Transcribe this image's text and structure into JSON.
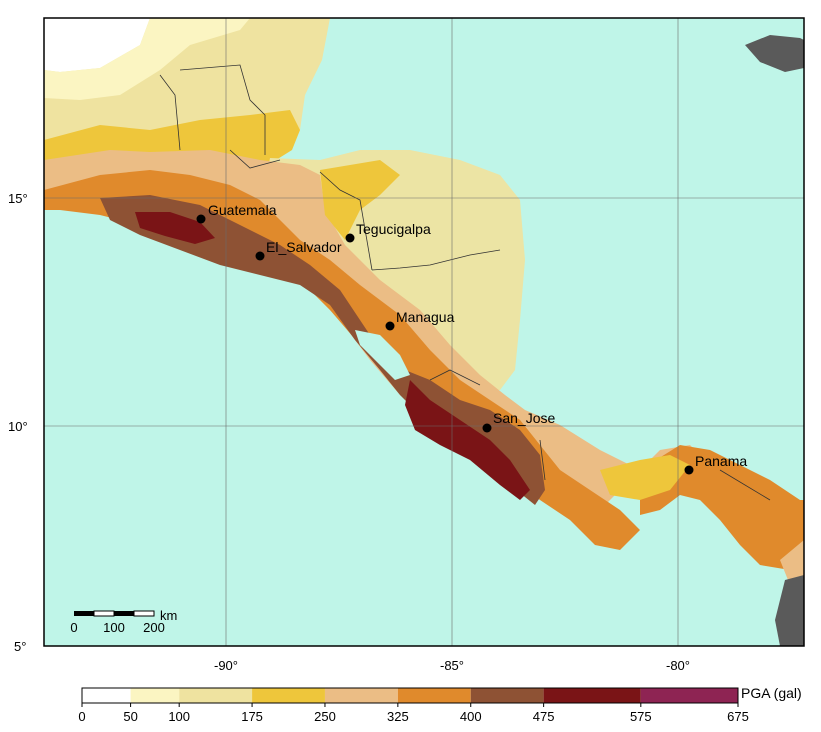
{
  "map": {
    "axis": {
      "y_ticks": [
        "15°",
        "10°",
        "5°"
      ],
      "x_ticks": [
        "-90°",
        "-85°",
        "-80°"
      ]
    },
    "cities": [
      {
        "id": "guatemala",
        "label": "Guatemala"
      },
      {
        "id": "el-salvador",
        "label": "El_Salvador"
      },
      {
        "id": "tegucigalpa",
        "label": "Tegucigalpa"
      },
      {
        "id": "managua",
        "label": "Managua"
      },
      {
        "id": "san-jose",
        "label": "San_Jose"
      },
      {
        "id": "panama",
        "label": "Panama"
      }
    ],
    "scale_bar": {
      "unit": "km",
      "labels": [
        "0",
        "100",
        "200"
      ]
    },
    "legend": {
      "title": "PGA (gal)",
      "breaks": [
        "0",
        "50",
        "100",
        "175",
        "250",
        "325",
        "400",
        "475",
        "575",
        "675"
      ],
      "colors": [
        "#ffffff",
        "#fbf5c2",
        "#efe3a0",
        "#eec63b",
        "#ebbd85",
        "#e08a2c",
        "#8e5234",
        "#7a1416",
        "#8e2453"
      ]
    },
    "colors": {
      "ocean": "#bff5e8",
      "land_low": "#ece4a4",
      "frame": "#000000",
      "grid": "#6b6b6b",
      "other_land": "#5a5a5a"
    }
  }
}
